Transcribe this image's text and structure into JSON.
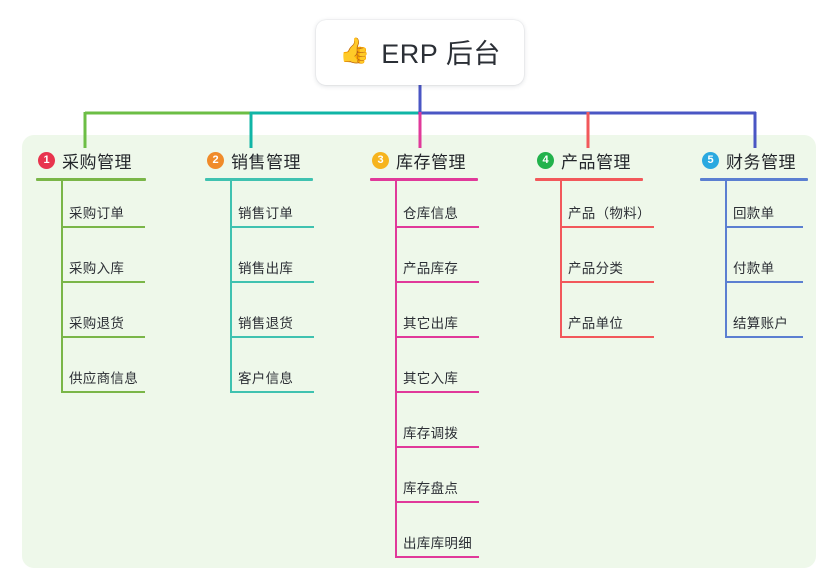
{
  "root": {
    "icon": "thumbs-up-icon",
    "icon_glyph": "👍",
    "title": "ERP 后台"
  },
  "palette": {
    "panel_background": "#eef8ea",
    "page_background": "#ffffff",
    "root_connector": "#4a56c4",
    "bar_green": "#6cbe45",
    "bar_teal": "#10b5a6",
    "bar_blue": "#4a56c4",
    "drop_green": "#6cbe45",
    "drop_teal": "#10b5a6",
    "drop_magenta": "#e0399a",
    "drop_red": "#f2585b",
    "drop_blue": "#4a56c4"
  },
  "columns": [
    {
      "number": "1",
      "title": "采购管理",
      "badge_color": "#e8344e",
      "line_color": "#7ab648",
      "head_rule_width": 110,
      "item_rule_width": 84,
      "drop_color": "#6cbe45",
      "items": [
        {
          "label": "采购订单"
        },
        {
          "label": "采购入库"
        },
        {
          "label": "采购退货"
        },
        {
          "label": "供应商信息"
        }
      ]
    },
    {
      "number": "2",
      "title": "销售管理",
      "badge_color": "#f08b2a",
      "line_color": "#3fc2b0",
      "head_rule_width": 108,
      "item_rule_width": 84,
      "drop_color": "#10b5a6",
      "items": [
        {
          "label": "销售订单"
        },
        {
          "label": "销售出库"
        },
        {
          "label": "销售退货"
        },
        {
          "label": "客户信息"
        }
      ]
    },
    {
      "number": "3",
      "title": "库存管理",
      "badge_color": "#f6b41e",
      "line_color": "#e0399a",
      "head_rule_width": 108,
      "item_rule_width": 84,
      "drop_color": "#e0399a",
      "items": [
        {
          "label": "仓库信息"
        },
        {
          "label": "产品库存"
        },
        {
          "label": "其它出库"
        },
        {
          "label": "其它入库"
        },
        {
          "label": "库存调拨"
        },
        {
          "label": "库存盘点"
        },
        {
          "label": "出库库明细"
        }
      ]
    },
    {
      "number": "4",
      "title": "产品管理",
      "badge_color": "#22b24c",
      "line_color": "#f2585b",
      "head_rule_width": 108,
      "item_rule_width": 94,
      "drop_color": "#f2585b",
      "items": [
        {
          "label": "产品（物料）"
        },
        {
          "label": "产品分类"
        },
        {
          "label": "产品单位"
        }
      ]
    },
    {
      "number": "5",
      "title": "财务管理",
      "badge_color": "#2aa9e0",
      "line_color": "#5b7fd1",
      "head_rule_width": 108,
      "item_rule_width": 78,
      "drop_color": "#4a56c4",
      "items": [
        {
          "label": "回款单"
        },
        {
          "label": "付款单"
        },
        {
          "label": "结算账户"
        }
      ]
    }
  ]
}
